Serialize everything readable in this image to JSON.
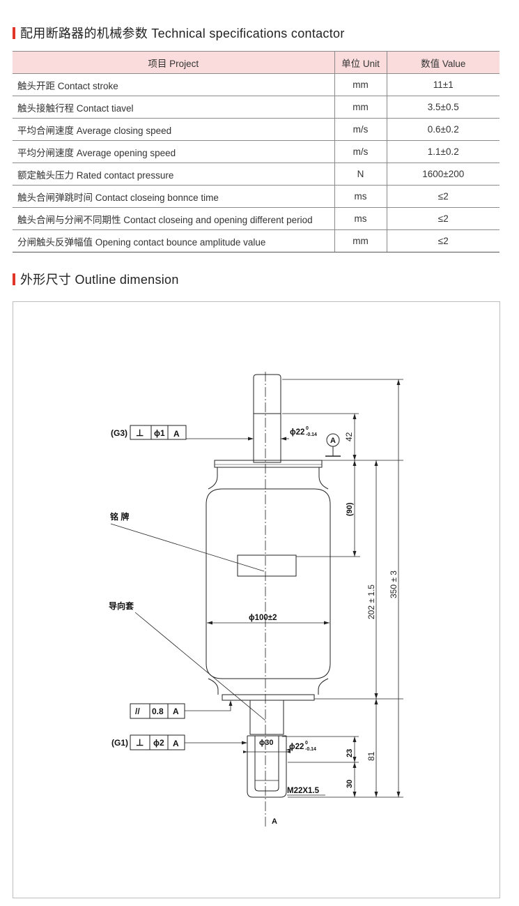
{
  "section1": {
    "title": "配用断路器的机械参数 Technical specifications contactor",
    "headers": [
      "项目 Project",
      "单位 Unit",
      "数值 Value"
    ],
    "rows": [
      {
        "item": "触头开距 Contact stroke",
        "unit": "mm",
        "value": "11±1"
      },
      {
        "item": "触头接触行程 Contact tiavel",
        "unit": "mm",
        "value": "3.5±0.5"
      },
      {
        "item": "平均合闸速度 Average closing speed",
        "unit": "m/s",
        "value": "0.6±0.2"
      },
      {
        "item": "平均分闸速度 Average opening speed",
        "unit": "m/s",
        "value": "1.1±0.2"
      },
      {
        "item": "额定触头压力 Rated contact pressure",
        "unit": "N",
        "value": "1600±200"
      },
      {
        "item": "触头合闸弹跳时间 Contact closeing bonnce time",
        "unit": "ms",
        "value": "≤2"
      },
      {
        "item": "触头合闸与分闸不同期性 Contact closeing and opening different period",
        "unit": "ms",
        "value": "≤2"
      },
      {
        "item": "分闸触头反弹幅值 Opening contact bounce amplitude value",
        "unit": "mm",
        "value": "≤2"
      }
    ]
  },
  "section2": {
    "title": "外形尺寸 Outline dimension"
  },
  "drawing": {
    "g3_label": "(G3)",
    "g1_label": "(G1)",
    "perp_symbol": "⊥",
    "parallel_symbol": "//",
    "g3_tol": "ϕ1",
    "g1_tol": "ϕ2",
    "par_tol": "0.8",
    "datum": "A",
    "nameplate": "铭 牌",
    "guide_sleeve": "导向套",
    "dia_top": "ϕ22",
    "dia_bottom": "ϕ22",
    "dia_tol_upper": "0",
    "dia_tol_lower": "-0.14",
    "dim_42": "42",
    "dim_90": "(90)",
    "dia_body": "ϕ100±2",
    "dim_202": "202 ± 1.5",
    "dim_350": "350 ± 3",
    "dia_30": "ϕ30",
    "dim_23": "23",
    "dim_81": "81",
    "dim_30": "30",
    "thread": "M22X1.5",
    "axis_label": "A"
  }
}
